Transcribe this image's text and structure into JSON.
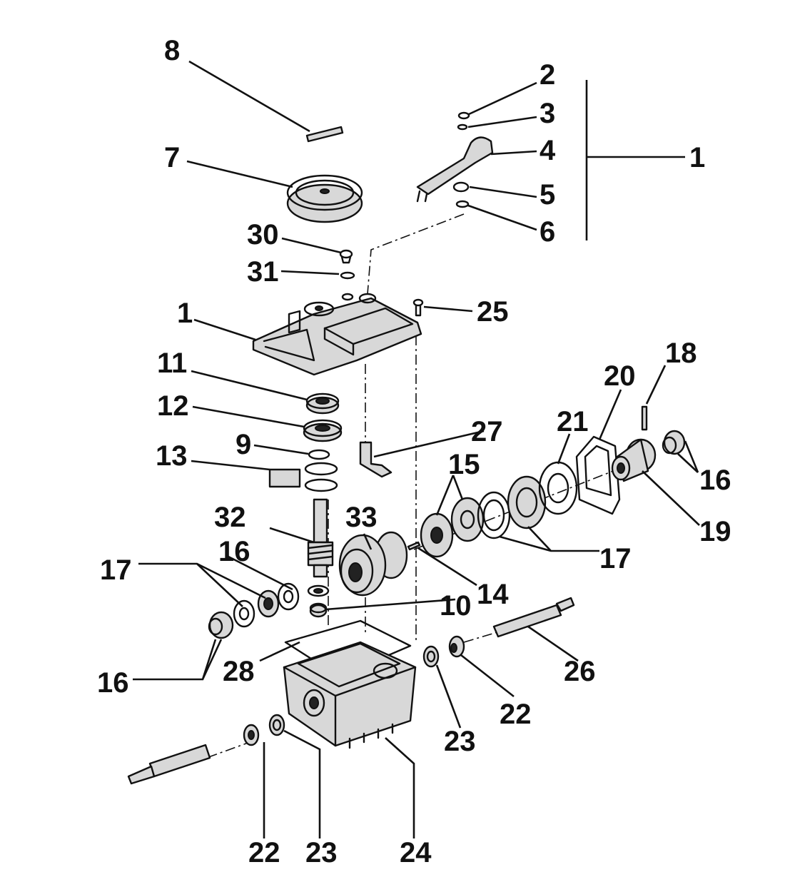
{
  "diagram": {
    "callouts": {
      "n1_top": "1",
      "n1_cover": "1",
      "n2": "2",
      "n3": "3",
      "n4": "4",
      "n5": "5",
      "n6": "6",
      "n7": "7",
      "n8": "8",
      "n9": "9",
      "n10": "10",
      "n11": "11",
      "n12": "12",
      "n13": "13",
      "n14": "14",
      "n15": "15",
      "n16_right": "16",
      "n16_mid": "16",
      "n16_left": "16",
      "n17_mid": "17",
      "n17_right": "17",
      "n18": "18",
      "n19": "19",
      "n20": "20",
      "n21": "21",
      "n22_right": "22",
      "n22_bottom": "22",
      "n23_right": "23",
      "n23_bottom": "23",
      "n24": "24",
      "n25": "25",
      "n26": "26",
      "n27": "27",
      "n28": "28",
      "n30": "30",
      "n31": "31",
      "n32": "32",
      "n33": "33"
    }
  }
}
